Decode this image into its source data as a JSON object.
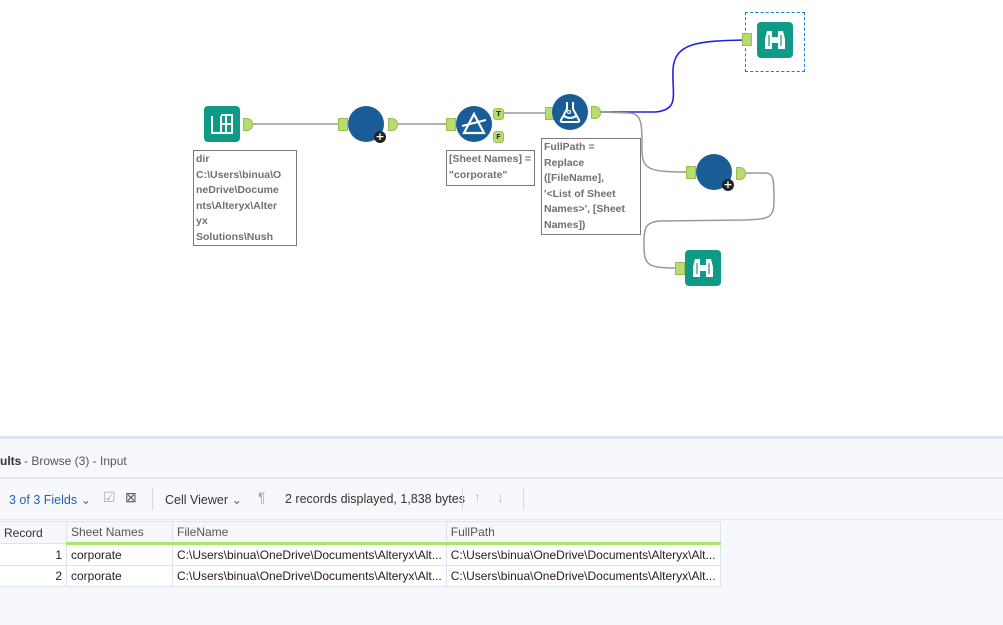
{
  "canvas": {
    "tools": {
      "input": {
        "icon": "input-data-book-icon"
      },
      "append1": {
        "icon": "append-fields-circle-icon"
      },
      "filter": {
        "icon": "filter-prism-icon",
        "true_label": "T",
        "false_label": "F"
      },
      "formula": {
        "icon": "formula-flask-icon"
      },
      "append2": {
        "icon": "append-fields-circle-icon"
      },
      "browse1": {
        "icon": "browse-binoculars-icon"
      },
      "browse2": {
        "icon": "browse-binoculars-icon"
      }
    },
    "annotations": {
      "input": "dir\nC:\\Users\\binua\\O\nneDrive\\Docume\nnts\\Alteryx\\Alter\nyx\nSolutions\\Nush",
      "filter": "[Sheet Names] =\n\"corporate\"",
      "formula": "FullPath =\nReplace\n([FileName],\n'<List of Sheet\nNames>', [Sheet\nNames])"
    },
    "colors": {
      "teal": "#0e9a87",
      "tool_blue": "#1a5d96",
      "selected_wire": "#2222dd",
      "anchor": "#b8dc6f"
    }
  },
  "results": {
    "title_partial": "ults",
    "subtitle": " - Browse (3) - Input",
    "toolbar": {
      "fields": "3 of 3 Fields",
      "cell_viewer": "Cell Viewer",
      "status": "2 records displayed, 1,838 bytes"
    },
    "table": {
      "columns": [
        "Record",
        "Sheet Names",
        "FileName",
        "FullPath"
      ],
      "rows": [
        [
          "1",
          "corporate",
          "C:\\Users\\binua\\OneDrive\\Documents\\Alteryx\\Alt...",
          "C:\\Users\\binua\\OneDrive\\Documents\\Alteryx\\Alt..."
        ],
        [
          "2",
          "corporate",
          "C:\\Users\\binua\\OneDrive\\Documents\\Alteryx\\Alt...",
          "C:\\Users\\binua\\OneDrive\\Documents\\Alteryx\\Alt..."
        ]
      ]
    }
  }
}
